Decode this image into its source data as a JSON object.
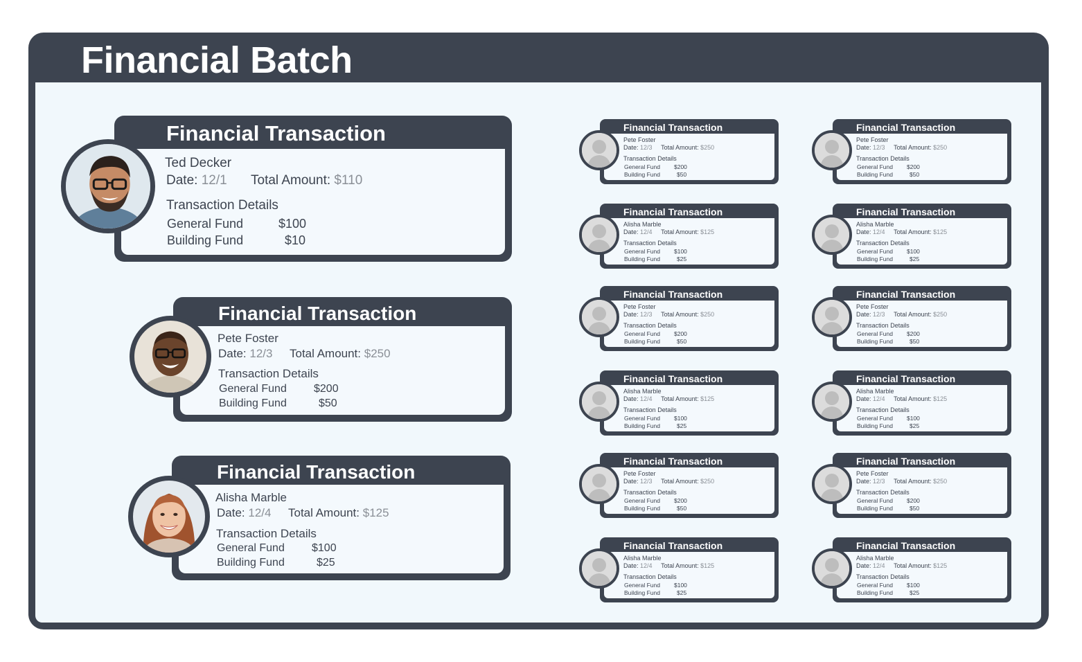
{
  "page": {
    "title": "Financial Batch"
  },
  "featured": [
    {
      "title": "Financial Transaction",
      "name": "Ted Decker",
      "date_label": "Date:",
      "date": "12/1",
      "total_label": "Total Amount:",
      "total": "$110",
      "details_label": "Transaction Details",
      "funds": [
        {
          "name": "General Fund",
          "amount": "$100"
        },
        {
          "name": "Building Fund",
          "amount": "$10"
        }
      ],
      "avatar_icon": "person-photo-icon"
    },
    {
      "title": "Financial Transaction",
      "name": "Pete Foster",
      "date_label": "Date:",
      "date": "12/3",
      "total_label": "Total Amount:",
      "total": "$250",
      "details_label": "Transaction Details",
      "funds": [
        {
          "name": "General Fund",
          "amount": "$200"
        },
        {
          "name": "Building Fund",
          "amount": "$50"
        }
      ],
      "avatar_icon": "person-photo-icon"
    },
    {
      "title": "Financial Transaction",
      "name": "Alisha Marble",
      "date_label": "Date:",
      "date": "12/4",
      "total_label": "Total Amount:",
      "total": "$125",
      "details_label": "Transaction Details",
      "funds": [
        {
          "name": "General Fund",
          "amount": "$100"
        },
        {
          "name": "Building Fund",
          "amount": "$25"
        }
      ],
      "avatar_icon": "person-photo-icon"
    }
  ],
  "thumbnails": {
    "pete": {
      "title": "Financial Transaction",
      "name": "Pete Foster",
      "date_label": "Date:",
      "date": "12/3",
      "total_label": "Total Amount:",
      "total": "$250",
      "details_label": "Transaction Details",
      "funds": [
        {
          "name": "General Fund",
          "amount": "$200"
        },
        {
          "name": "Building Fund",
          "amount": "$50"
        }
      ],
      "avatar_icon": "person-placeholder-icon"
    },
    "alisha": {
      "title": "Financial Transaction",
      "name": "Alisha Marble",
      "date_label": "Date:",
      "date": "12/4",
      "total_label": "Total Amount:",
      "total": "$125",
      "details_label": "Transaction Details",
      "funds": [
        {
          "name": "General Fund",
          "amount": "$100"
        },
        {
          "name": "Building Fund",
          "amount": "$25"
        }
      ],
      "avatar_icon": "person-placeholder-icon"
    }
  },
  "colors": {
    "frame": "#3d4450",
    "canvas": "#f1f8fc",
    "muted_text": "#8a8f96"
  }
}
